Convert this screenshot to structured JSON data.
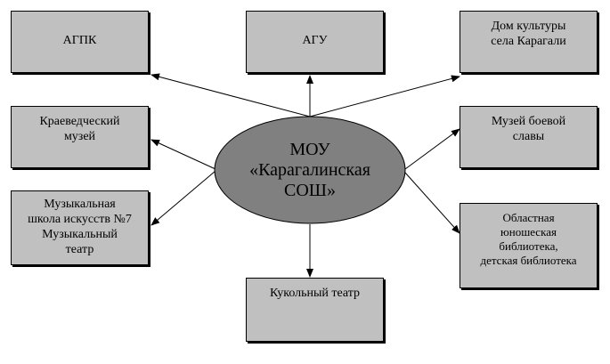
{
  "center": {
    "lines": [
      "МОУ",
      "«Карагалинская",
      "СОШ»"
    ]
  },
  "nodes": {
    "agpk": {
      "lines": [
        "АГПК"
      ]
    },
    "agu": {
      "lines": [
        "АГУ"
      ]
    },
    "dom_kultury": {
      "lines": [
        "Дом культуры",
        "села Карагали"
      ]
    },
    "kraeved": {
      "lines": [
        "Краеведческий",
        "музей"
      ]
    },
    "muzey_slavy": {
      "lines": [
        "Музей боевой",
        "славы"
      ]
    },
    "muz_shkola": {
      "lines": [
        "Музыкальная",
        "школа искусств №7",
        "Музыкальный",
        "театр"
      ]
    },
    "biblioteka": {
      "lines": [
        "Областная",
        "юношеская",
        "библиотека,",
        "детская библиотека"
      ]
    },
    "kukolny": {
      "lines": [
        "Кукольный театр"
      ]
    }
  },
  "colors": {
    "box_fill": "#c0c0c0",
    "ellipse_fill": "#808080",
    "line": "#000000"
  }
}
